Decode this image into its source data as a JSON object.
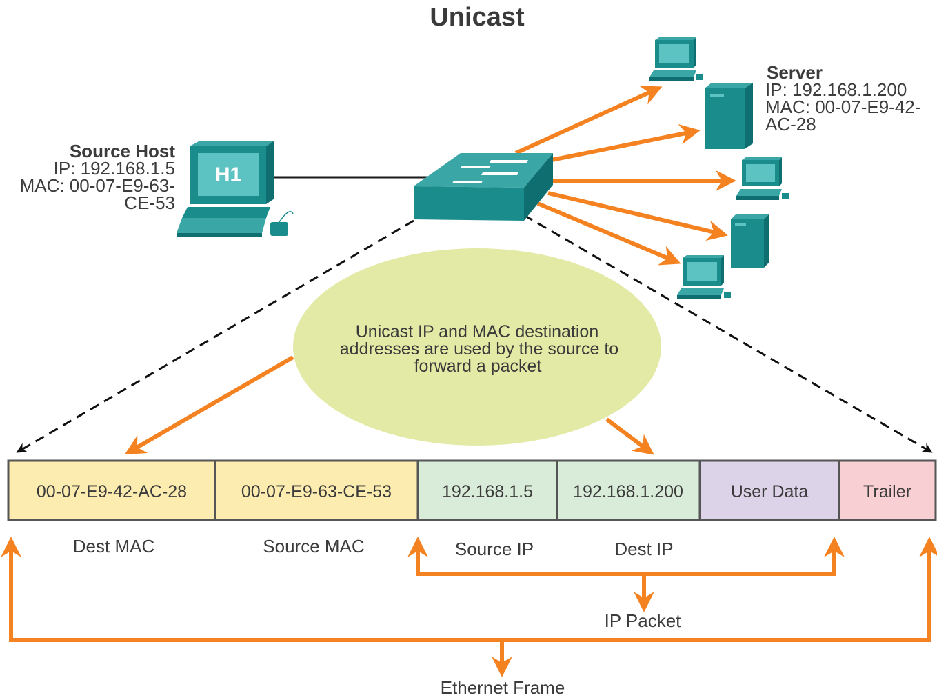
{
  "title": "Unicast",
  "source_host": {
    "name": "Source Host",
    "ip": "IP: 192.168.1.5",
    "mac_line1": "MAC: 00-07-E9-63-",
    "mac_line2": "CE-53",
    "icon_label": "H1"
  },
  "server": {
    "name": "Server",
    "ip": "IP: 192.168.1.200",
    "mac_line1": "MAC: 00-07-E9-42-",
    "mac_line2": "AC-28"
  },
  "bubble": {
    "line1": "Unicast IP and MAC destination",
    "line2": "addresses are used by the source to",
    "line3": "forward a packet"
  },
  "frame": {
    "cells": [
      {
        "value": "00-07-E9-42-AC-28",
        "color": "#fcecb0"
      },
      {
        "value": "00-07-E9-63-CE-53",
        "color": "#fcecb0"
      },
      {
        "value": "192.168.1.5",
        "color": "#d9ecd9"
      },
      {
        "value": "192.168.1.200",
        "color": "#d9ecd9"
      },
      {
        "value": "User Data",
        "color": "#dcd3e8"
      },
      {
        "value": "Trailer",
        "color": "#f8cfd3"
      }
    ],
    "labels": {
      "dest_mac": "Dest MAC",
      "source_mac": "Source MAC",
      "source_ip": "Source IP",
      "dest_ip": "Dest IP",
      "ip_packet": "IP Packet",
      "ethernet_frame": "Ethernet Frame"
    }
  },
  "colors": {
    "orange": "#f58220",
    "teal": "#1a8c8c",
    "bubble": "#e3eaa6"
  }
}
